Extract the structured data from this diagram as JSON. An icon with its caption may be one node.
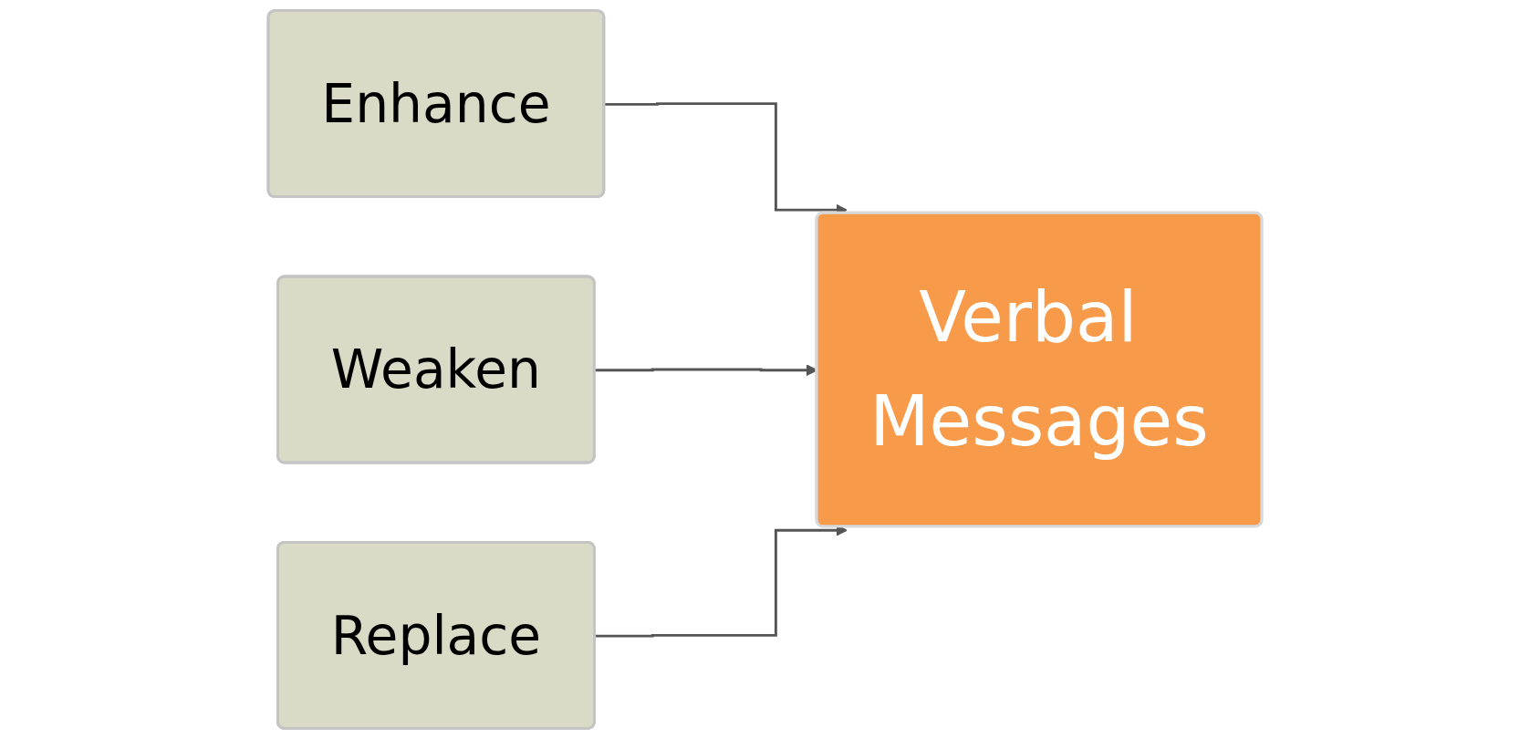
{
  "diagram": {
    "nodes": [
      {
        "text": [
          "Enhance"
        ]
      },
      {
        "text": [
          "Weaken"
        ]
      },
      {
        "text": [
          "Replace"
        ]
      },
      {
        "text": [
          "Verbal Messages"
        ]
      }
    ],
    "edges": [
      {
        "from": 0,
        "to": 3,
        "arrow": "to"
      },
      {
        "from": 1,
        "to": 3,
        "arrow": "to"
      },
      {
        "from": 2,
        "to": 3,
        "arrow": "to"
      }
    ]
  }
}
